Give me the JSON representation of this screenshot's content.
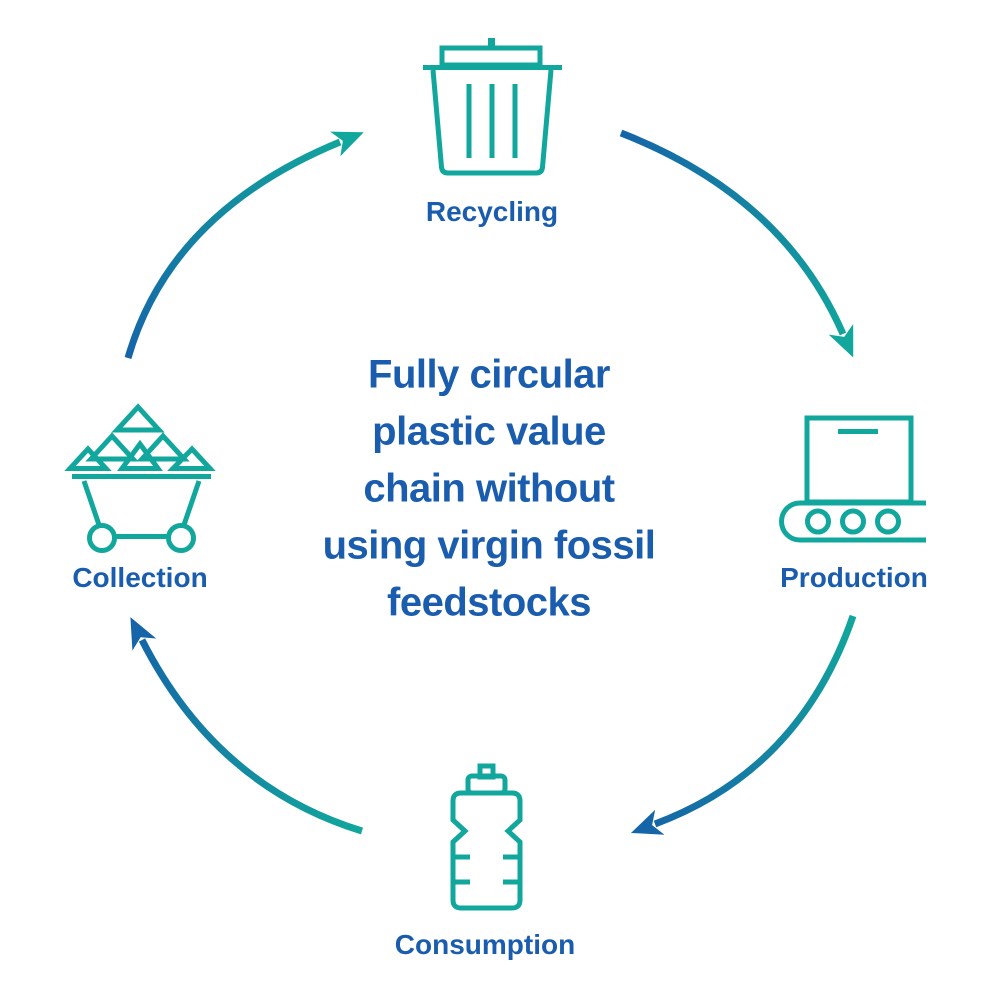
{
  "diagram": {
    "title_lines": [
      "Fully circular",
      "plastic value",
      "chain without",
      "using virgin fossil",
      "feedstocks"
    ],
    "stages": [
      {
        "id": "recycling",
        "label": "Recycling",
        "icon": "trash-bin-icon",
        "position": "top"
      },
      {
        "id": "production",
        "label": "Production",
        "icon": "conveyor-belt-icon",
        "position": "right"
      },
      {
        "id": "consumption",
        "label": "Consumption",
        "icon": "sports-bottle-icon",
        "position": "bottom"
      },
      {
        "id": "collection",
        "label": "Collection",
        "icon": "mining-cart-icon",
        "position": "left"
      }
    ],
    "flow_direction": "clockwise",
    "arrows": [
      {
        "from": "Collection",
        "to": "Recycling",
        "start_color": "#1565A8",
        "end_color": "#12A79C"
      },
      {
        "from": "Recycling",
        "to": "Production",
        "start_color": "#1565A8",
        "end_color": "#12A79C"
      },
      {
        "from": "Production",
        "to": "Consumption",
        "start_color": "#12A79C",
        "end_color": "#1565A8"
      },
      {
        "from": "Consumption",
        "to": "Collection",
        "start_color": "#12A79C",
        "end_color": "#1565A8"
      }
    ],
    "colors": {
      "teal": "#12A79C",
      "blue": "#1A5CAD",
      "arrow_blue": "#1565A8",
      "background": "#FFFFFF"
    }
  }
}
